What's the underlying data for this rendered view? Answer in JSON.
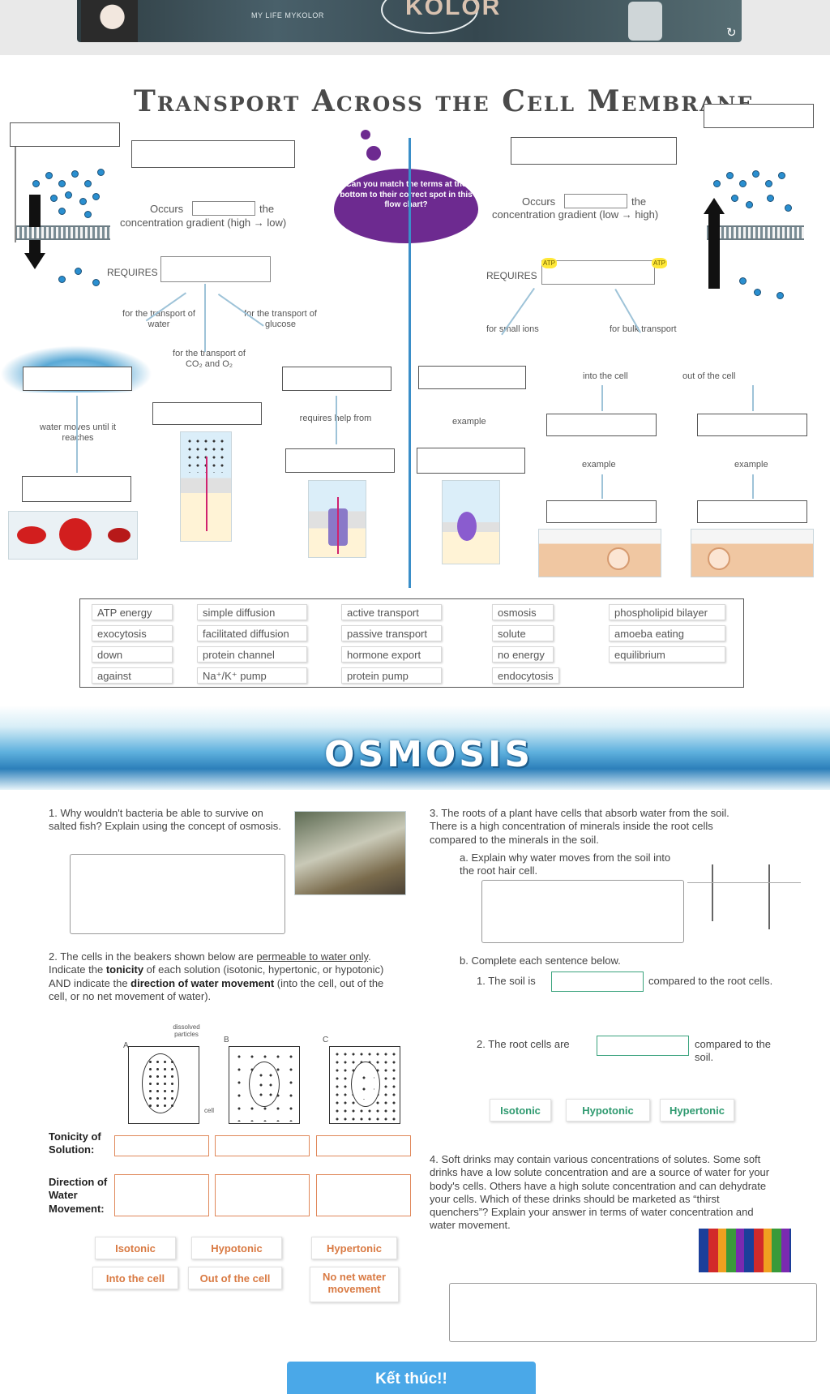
{
  "banner": {
    "brand": "MY LIFE MYKOLOR",
    "logo_text": "KOLOR",
    "reload_icon": "reload-icon"
  },
  "worksheet": {
    "title": "Transport Across the Cell Membrane",
    "cloud_text": "Can you match the terms at the bottom to their correct spot in this flow chart?",
    "left": {
      "occurs_prefix": "Occurs",
      "occurs_suffix": "the",
      "gradient": "concentration gradient (high → low)",
      "requires": "REQUIRES",
      "water": "for the transport of water",
      "glucose": "for the transport of glucose",
      "co2": "for the transport of CO₂ and O₂",
      "water_moves": "water moves until it reaches",
      "requires_help": "requires help from"
    },
    "right": {
      "occurs_prefix": "Occurs",
      "occurs_suffix": "the",
      "gradient": "concentration gradient (low → high)",
      "requires": "REQUIRES",
      "atp": "ATP",
      "small_ions": "for small ions",
      "bulk": "for bulk transport",
      "into_cell": "into the cell",
      "out_cell": "out of the cell",
      "example1": "example",
      "example2": "example",
      "example3": "example"
    },
    "word_bank": [
      "ATP energy",
      "simple diffusion",
      "active transport",
      "osmosis",
      "phospholipid bilayer",
      "exocytosis",
      "facilitated diffusion",
      "passive transport",
      "solute",
      "amoeba eating",
      "down",
      "protein channel",
      "hormone export",
      "no energy",
      "equilibrium",
      "against",
      "Na⁺/K⁺ pump",
      "protein pump",
      "endocytosis"
    ]
  },
  "osmosis": {
    "title": "OSMOSIS",
    "q1": {
      "num": "1.",
      "text": "Why wouldn't bacteria be able to survive on salted fish? Explain using the concept of osmosis."
    },
    "q2": {
      "num": "2.",
      "text_a": "The cells in the beakers shown below are ",
      "permeable": "permeable to water only",
      "text_b": ". Indicate the ",
      "tonicity": "tonicity",
      "text_c": " of each solution (isotonic, hypertonic, or hypotonic) AND indicate the ",
      "direction": "direction of water movement",
      "text_d": " (into the cell, out of the cell, or no net movement of water).",
      "beaker_labels": [
        "A",
        "B",
        "C"
      ],
      "dissolved": "dissolved particles",
      "cell_label": "cell",
      "row_tonicity": "Tonicity of Solution:",
      "row_direction": "Direction of Water Movement:",
      "chips": [
        "Isotonic",
        "Hypotonic",
        "Hypertonic",
        "Into the cell",
        "Out of the cell",
        "No net water movement"
      ]
    },
    "q3": {
      "num": "3.",
      "text": "The roots of a plant have cells that absorb water from the soil. There is a high concentration of minerals inside the root cells compared to the minerals in the soil.",
      "a": "a.  Explain why water moves from the soil into the root hair cell.",
      "b": "b.  Complete each sentence below.",
      "b1_prefix": "1.  The soil is",
      "b1_suffix": "compared to the root cells.",
      "b2_prefix": "2.  The root cells are",
      "b2_suffix": "compared to the soil.",
      "chips": [
        "Isotonic",
        "Hypotonic",
        "Hypertonic"
      ]
    },
    "q4": {
      "num": "4.",
      "text": "Soft drinks may contain various concentrations of solutes. Some soft drinks have a low solute concentration and are a source of water for your body's cells. Others have a high solute concentration and can dehydrate your cells. Which of these drinks should be marketed as “thirst quenchers”? Explain your answer in terms of water concentration and water movement."
    }
  },
  "finish_button": "Kết thúc!!"
}
